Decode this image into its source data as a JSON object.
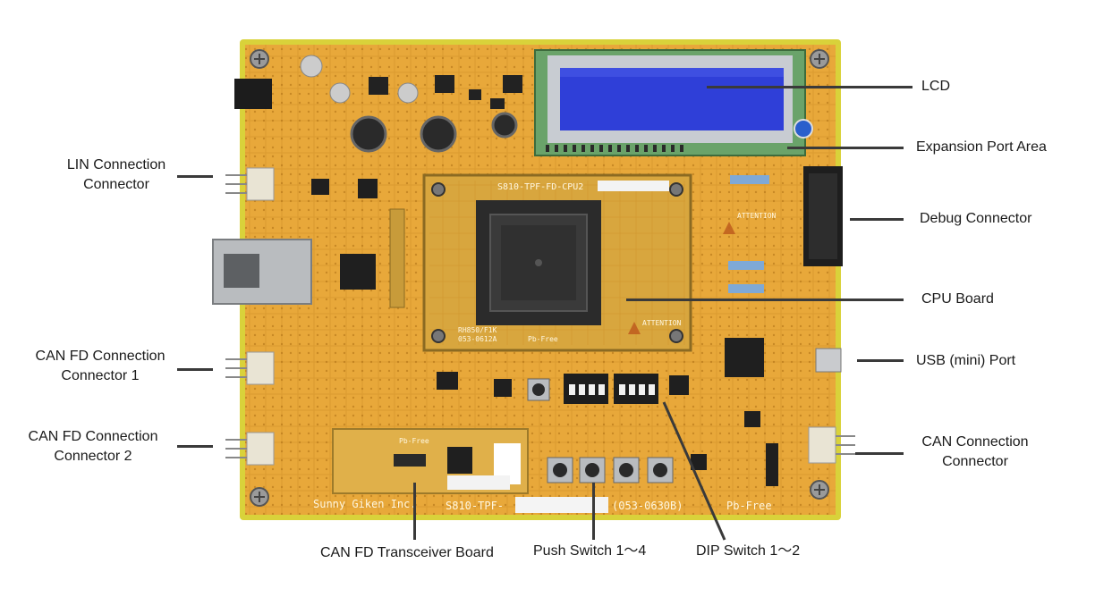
{
  "callouts": {
    "lcd": "LCD",
    "expansion": "Expansion Port Area",
    "debug": "Debug Connector",
    "cpu": "CPU Board",
    "usb": "USB (mini) Port",
    "can": [
      "CAN Connection",
      "Connector"
    ],
    "lin": [
      "LIN Connection",
      "Connector"
    ],
    "canfd1": [
      "CAN FD Connection",
      "Connector 1"
    ],
    "canfd2": [
      "CAN FD Connection",
      "Connector 2"
    ],
    "transceiver": "CAN FD Transceiver Board",
    "push": "Push Switch 1～4",
    "dip": "DIP Switch 1～2"
  },
  "board_silkscreen": {
    "cpu_board_id": "S810-TPF-FD-CPU2",
    "attention_1": "ATTENTION",
    "attention_2": "ATTENTION",
    "cpu_part": "RH850/F1K",
    "cpu_code": "053-0612A",
    "pb_free_1": "Pb-Free",
    "maker": "Sunny Giken Inc.",
    "board_prefix": "S810-TPF-",
    "board_code": "(053-0630B)",
    "pb_free_2": "Pb-Free",
    "transceiver_pb": "Pb-Free"
  },
  "colors": {
    "pcb": "#e8a83a",
    "pcb_edge": "#d9d23a",
    "lcd_screen": "#2f3fd8",
    "socket": "#2b2b2b"
  }
}
